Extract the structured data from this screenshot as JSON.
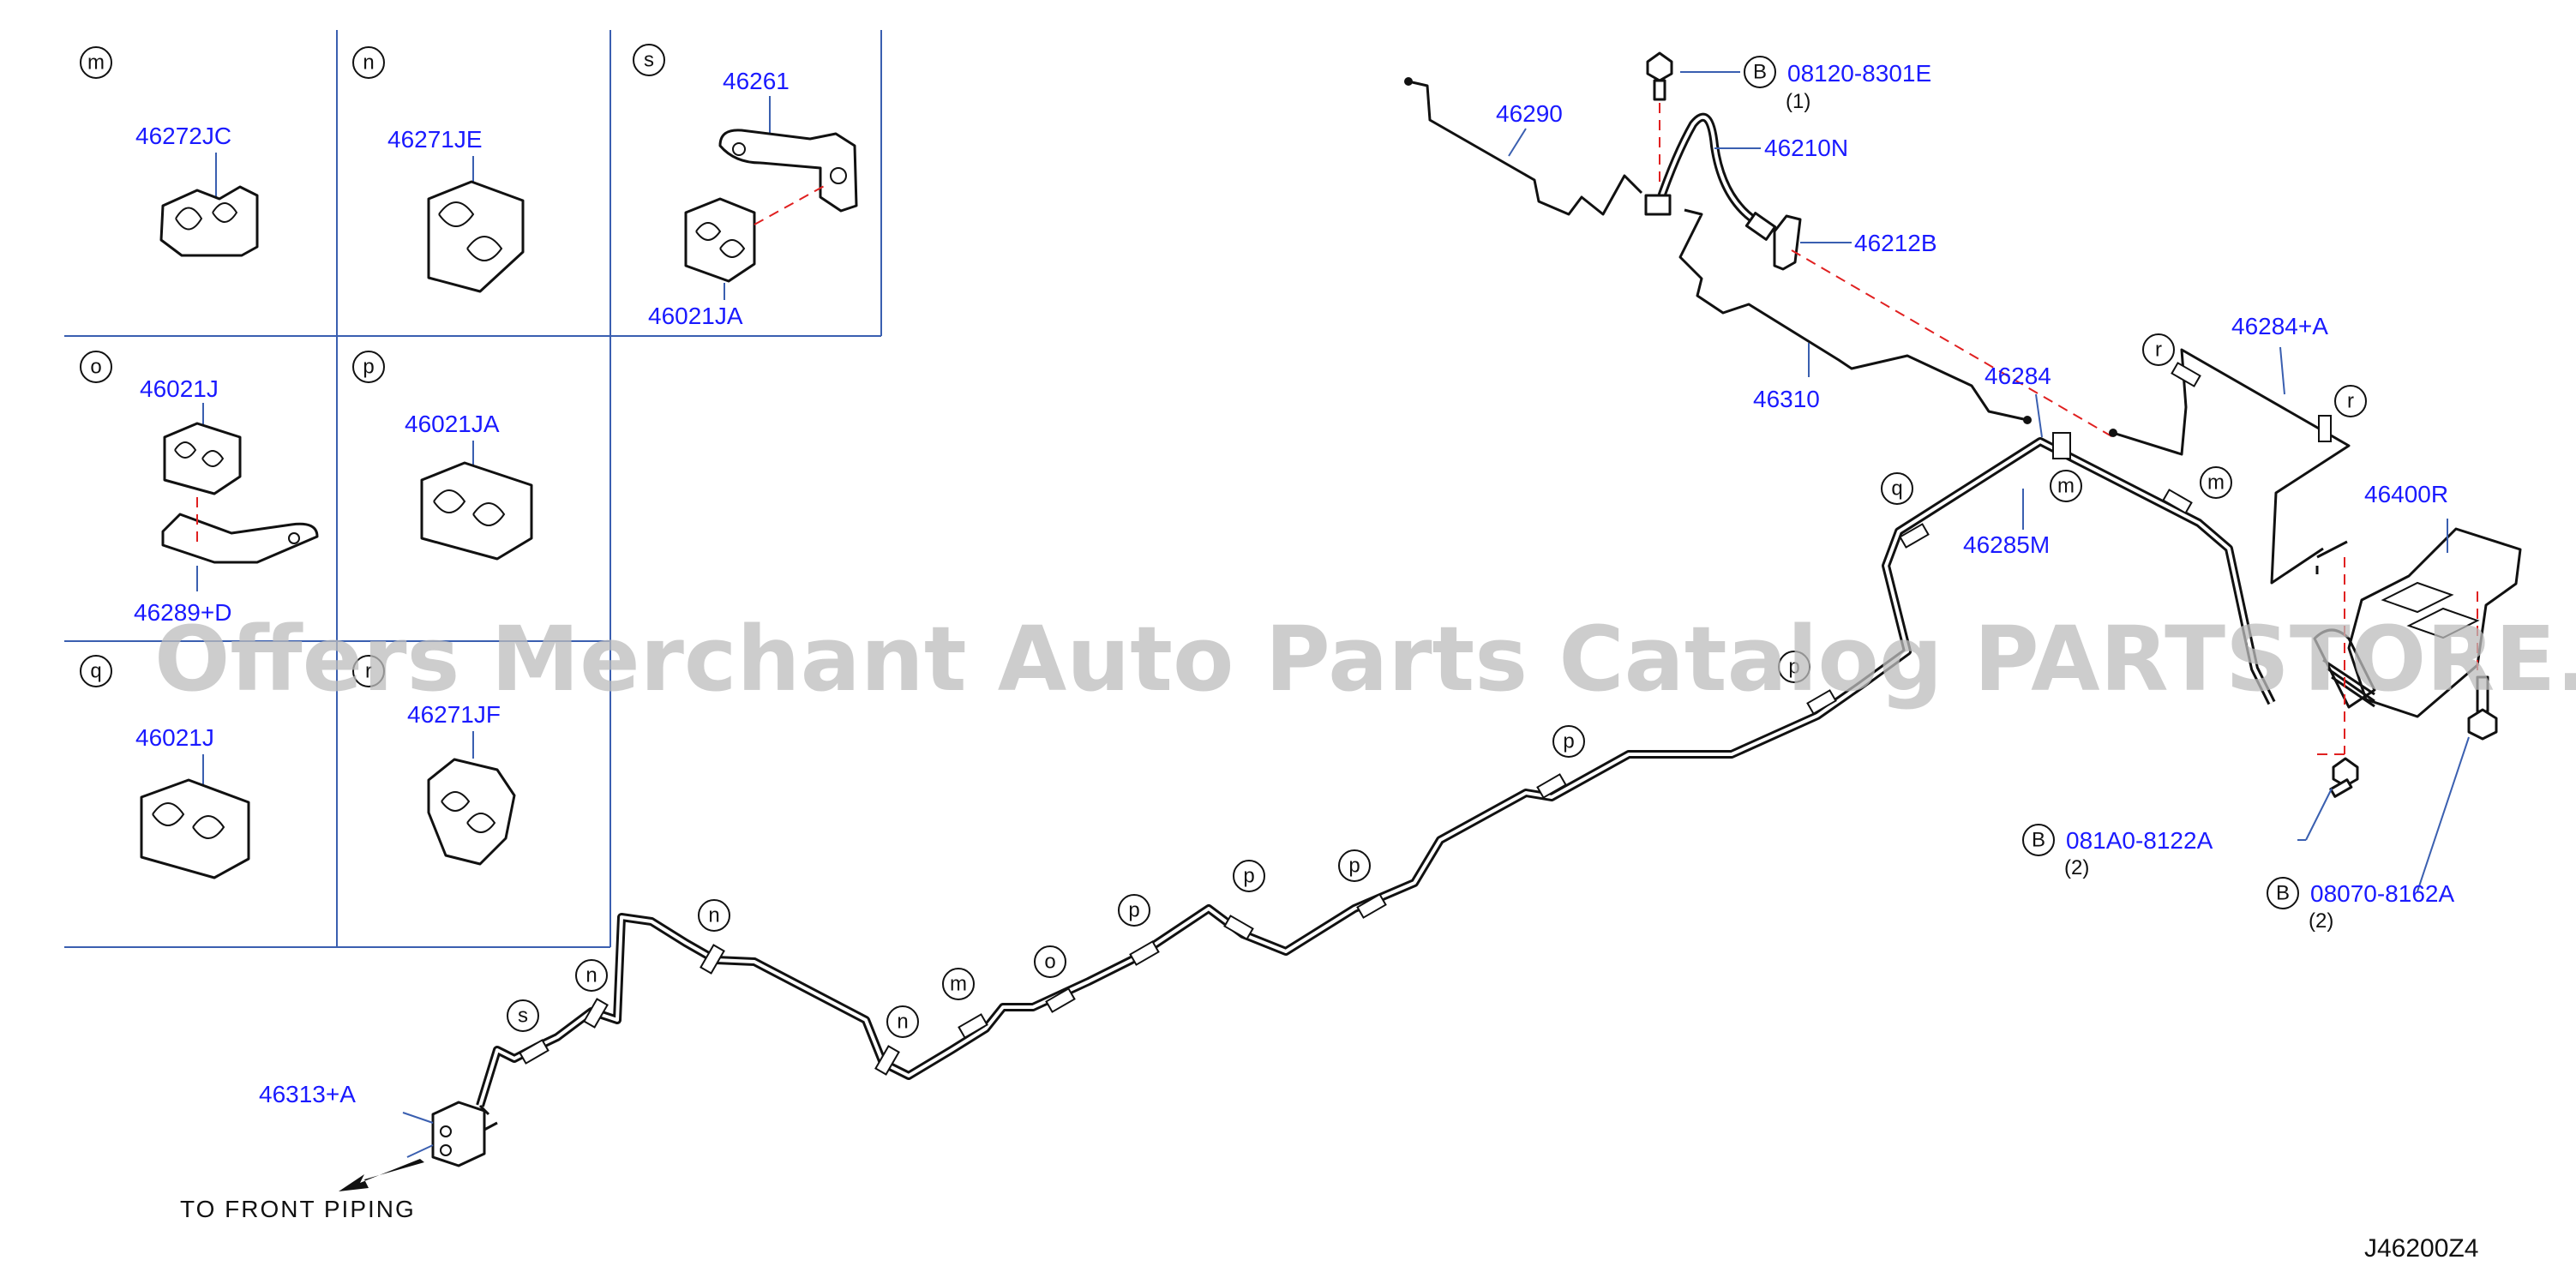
{
  "parts": {
    "p46272JC": "46272JC",
    "p46271JE": "46271JE",
    "p46261": "46261",
    "p46021JA_s": "46021JA",
    "p46021J_o": "46021J",
    "p46289D": "46289+D",
    "p46021JA_p": "46021JA",
    "p46021J_q": "46021J",
    "p46271JF": "46271JF",
    "p46290": "46290",
    "p46210N": "46210N",
    "p46212B": "46212B",
    "p46310": "46310",
    "p46284": "46284",
    "p46284A": "46284+A",
    "p46285M": "46285M",
    "p46400R": "46400R",
    "p46313A": "46313+A"
  },
  "bolts": {
    "b1": {
      "marker": "B",
      "part": "08120-8301E",
      "qty": "(1)"
    },
    "b2": {
      "marker": "B",
      "part": "081A0-8122A",
      "qty": "(2)"
    },
    "b3": {
      "marker": "B",
      "part": "08070-8162A",
      "qty": "(2)"
    }
  },
  "panel_letters": {
    "m": "m",
    "n": "n",
    "s": "s",
    "o": "o",
    "p": "p",
    "q": "q",
    "r": "r"
  },
  "note": "TO   FRONT   PIPING",
  "diagram_code": "J46200Z4",
  "watermark": "Offers Merchant Auto Parts Catalog PARTSTORE.SA",
  "colors": {
    "part_number": "#1a1aff",
    "grid": "#3a5fb0",
    "hidden_line": "#e02020",
    "line": "#111111",
    "watermark": "#bdbdbd"
  }
}
